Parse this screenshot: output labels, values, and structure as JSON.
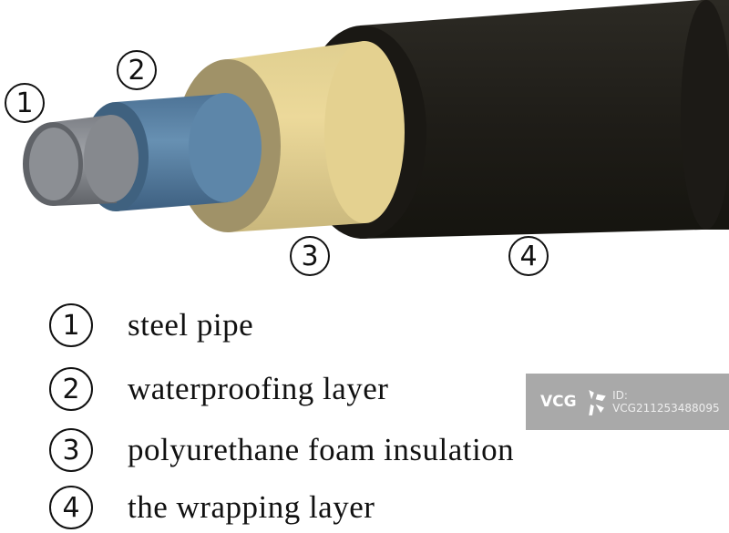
{
  "diagram": {
    "callouts": [
      "1",
      "2",
      "3",
      "4"
    ],
    "legend": [
      {
        "number": "1",
        "label": "steel pipe"
      },
      {
        "number": "2",
        "label": "waterproofing layer"
      },
      {
        "number": "3",
        "label": "polyurethane foam insulation"
      },
      {
        "number": "4",
        "label": "the wrapping layer"
      }
    ],
    "colors": {
      "steel": "#8e9196",
      "waterproofing": "#5f86a8",
      "foam": "#e6d596",
      "wrapping": "#25231e"
    }
  },
  "watermark": {
    "logo": "VCG",
    "id": "ID: VCG211253488095"
  }
}
